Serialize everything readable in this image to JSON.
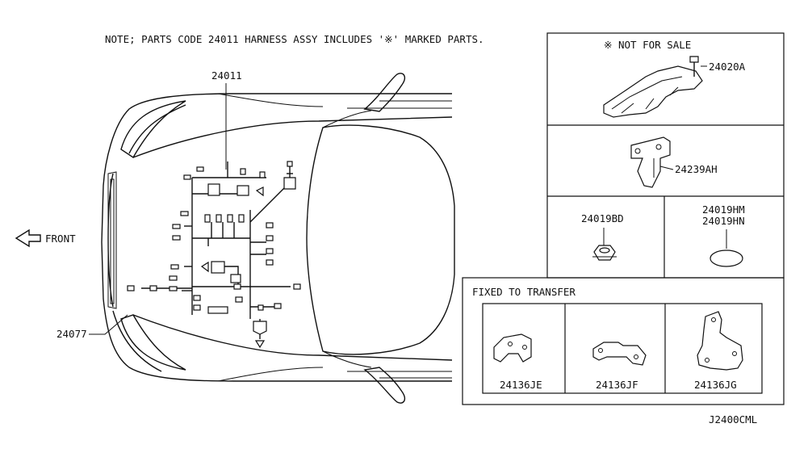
{
  "note": "NOTE; PARTS CODE 24011 HARNESS ASSY INCLUDES '※' MARKED PARTS.",
  "direction_label": "FRONT",
  "callouts": {
    "harness": "24011",
    "lower_left": "24077"
  },
  "panels": {
    "not_for_sale": {
      "title": "※ NOT FOR SALE",
      "part": "24020A"
    },
    "bracket": {
      "part": "24239AH"
    },
    "nut": {
      "part": "24019BD"
    },
    "grommet": {
      "part_1": "24019HM",
      "part_2": "24019HN"
    },
    "transfer": {
      "title": "FIXED TO TRANSFER",
      "parts": [
        "24136JE",
        "24136JF",
        "24136JG"
      ]
    }
  },
  "diagram_code": "J2400CML"
}
